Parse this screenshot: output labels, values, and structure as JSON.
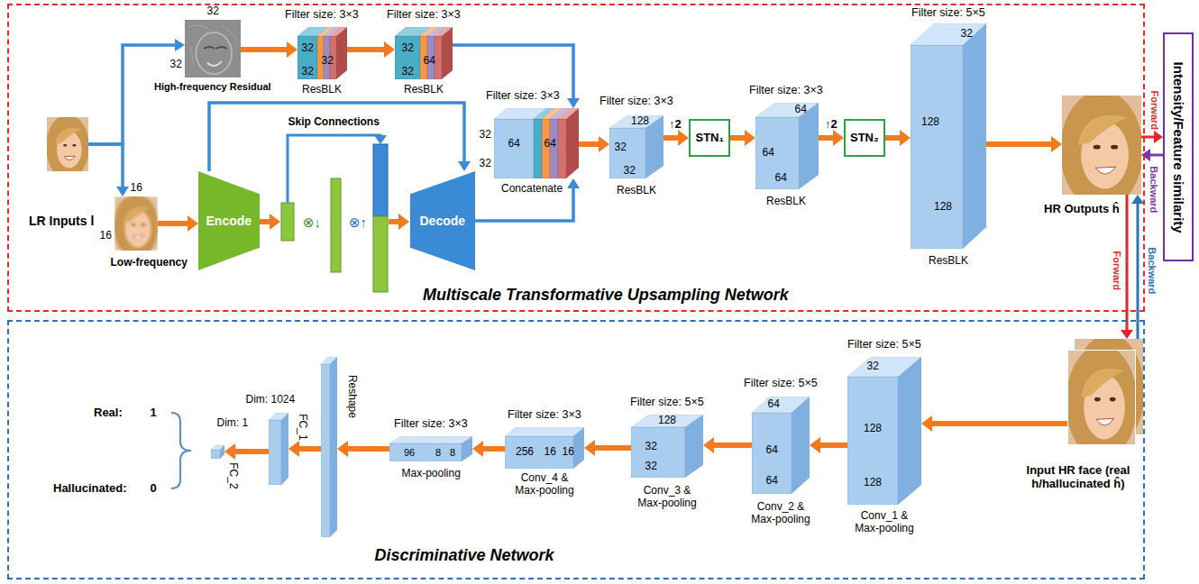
{
  "diagram": {
    "nodes": [
      {
        "text": [
          "Multiscale Transformative Upsampling Network"
        ]
      },
      {
        "text": [
          "LR Inputs l"
        ],
        "in": 0
      },
      {
        "text": [
          "32",
          "32",
          "High-frequency Residual"
        ],
        "in": 0
      },
      {
        "text": [
          "16",
          "16",
          "Low-frequency"
        ],
        "in": 0
      },
      {
        "text": [
          "Filter size: 3×3",
          "32",
          "32",
          "32",
          "ResBLK"
        ],
        "in": 0
      },
      {
        "text": [
          "Filter size: 3×3",
          "32",
          "64",
          "32",
          "ResBLK"
        ],
        "in": 0
      },
      {
        "text": [
          "Encode"
        ],
        "in": 0
      },
      {
        "text": [
          "Decode"
        ],
        "in": 0
      },
      {
        "text": [
          "Filter size: 3×3",
          "64",
          "32",
          "64",
          "32",
          "Concatenate"
        ],
        "in": 0
      },
      {
        "text": [
          "Filter size: 3×3",
          "32",
          "128",
          "32",
          "ResBLK"
        ],
        "in": 0
      },
      {
        "text": [
          "STN₁"
        ],
        "in": 0
      },
      {
        "text": [
          "Filter size: 3×3",
          "64",
          "64",
          "64",
          "ResBLK"
        ],
        "in": 0
      },
      {
        "text": [
          "STN₂"
        ],
        "in": 0
      },
      {
        "text": [
          "Filter size: 5×5",
          "32",
          "128",
          "128",
          "ResBLK"
        ],
        "in": 0
      },
      {
        "text": [
          "HR Outputs ĥ"
        ],
        "in": 0
      },
      {
        "text": [
          "Intensity/Feature similarity"
        ]
      },
      {
        "text": [
          "Discriminative Network"
        ]
      },
      {
        "text": [
          "Input HR face (real h/hallucinated ĥ)"
        ],
        "in": 16
      },
      {
        "text": [
          "Filter size: 5×5",
          "32",
          "128",
          "128",
          "Conv_1 & Max-pooling"
        ],
        "in": 16
      },
      {
        "text": [
          "Filter size: 5×5",
          "64",
          "64",
          "64",
          "Conv_2 & Max-pooling"
        ],
        "in": 16
      },
      {
        "text": [
          "Filter size: 5×5",
          "128",
          "32",
          "32",
          "Conv_3 & Max-pooling"
        ],
        "in": 16
      },
      {
        "text": [
          "Filter size: 3×3",
          "256",
          "16",
          "16",
          "Conv_4 & Max-pooling"
        ],
        "in": 16
      },
      {
        "text": [
          "Filter size: 3×3",
          "96",
          "8",
          "8",
          "Max-pooling"
        ],
        "in": 16
      },
      {
        "text": [
          "Reshape"
        ],
        "in": 16
      },
      {
        "text": [
          "Dim: 1024",
          "FC_1"
        ],
        "in": 16
      },
      {
        "text": [
          "Dim: 1",
          "FC_2"
        ],
        "in": 16
      }
    ],
    "edges": [
      {
        "from": 1,
        "to": 2,
        "arrow": "to"
      },
      {
        "from": 1,
        "to": 3,
        "arrow": "to"
      },
      {
        "from": 3,
        "to": 6,
        "arrow": "to"
      },
      {
        "from": 6,
        "to": 7,
        "arrow": "to"
      },
      {
        "from": 2,
        "to": 4,
        "arrow": "to"
      },
      {
        "from": 4,
        "to": 5,
        "arrow": "to"
      },
      {
        "from": 5,
        "to": 8,
        "arrow": "to"
      },
      {
        "from": 7,
        "to": 8,
        "arrow": "to"
      },
      {
        "from": 8,
        "to": 9,
        "arrow": "to"
      },
      {
        "from": 9,
        "to": 10,
        "arrow": "to"
      },
      {
        "from": 10,
        "to": 11,
        "arrow": "to"
      },
      {
        "from": 11,
        "to": 12,
        "arrow": "to"
      },
      {
        "from": 12,
        "to": 13,
        "arrow": "to"
      },
      {
        "from": 13,
        "to": 14,
        "arrow": "to"
      },
      {
        "from": 14,
        "to": 15,
        "label": "Forward",
        "arrow": "to"
      },
      {
        "from": 15,
        "to": 14,
        "label": "Backward",
        "arrow": "to"
      },
      {
        "from": 14,
        "to": 17,
        "label": "Forward",
        "arrow": "to"
      },
      {
        "from": 17,
        "to": 14,
        "label": "Backward",
        "arrow": "to"
      },
      {
        "from": 17,
        "to": 18,
        "arrow": "to"
      },
      {
        "from": 18,
        "to": 19,
        "arrow": "to"
      },
      {
        "from": 19,
        "to": 20,
        "arrow": "to"
      },
      {
        "from": 20,
        "to": 21,
        "arrow": "to"
      },
      {
        "from": 21,
        "to": 22,
        "arrow": "to"
      },
      {
        "from": 22,
        "to": 23,
        "arrow": "to"
      },
      {
        "from": 23,
        "to": 24,
        "arrow": "to"
      },
      {
        "from": 24,
        "to": 25,
        "arrow": "to"
      }
    ],
    "labels": [
      "Skip Connections",
      "⊗↓",
      "⊗↑",
      "↑2",
      "↑2",
      "Real:",
      "1",
      "Hallucinated:",
      "0"
    ]
  }
}
